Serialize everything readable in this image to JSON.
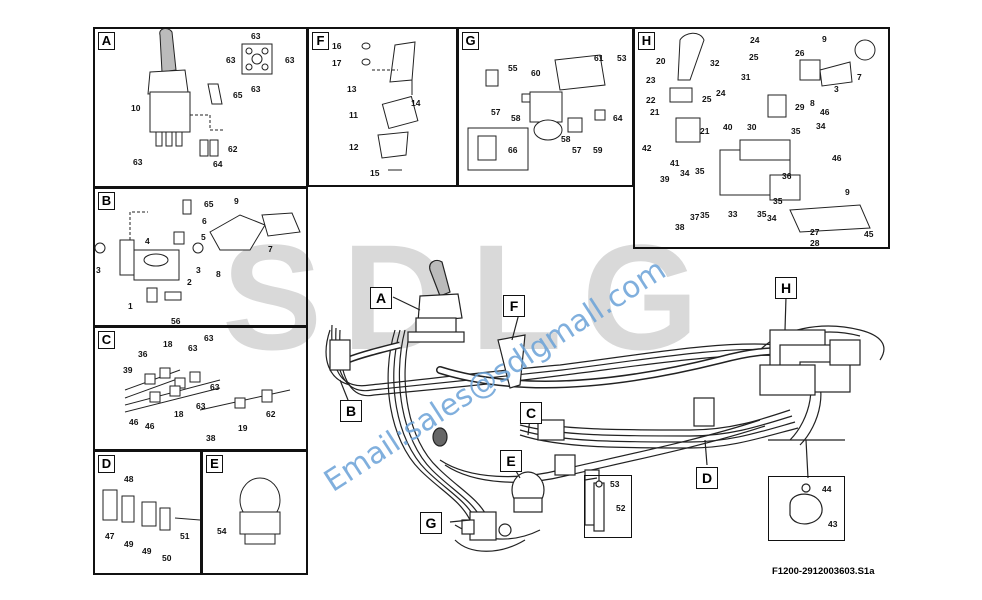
{
  "watermark": {
    "text": "SDLG",
    "email": "Email:sales@sdlgmall.com"
  },
  "figure_code": "F1200-2912003603.S1a",
  "boxes": {
    "A": {
      "label": "A",
      "parts": [
        "63",
        "63",
        "63",
        "63",
        "10",
        "65",
        "62",
        "63",
        "64"
      ]
    },
    "B": {
      "label": "B",
      "parts": [
        "65",
        "9",
        "6",
        "4",
        "5",
        "7",
        "3",
        "3",
        "8",
        "2",
        "1",
        "56"
      ]
    },
    "C": {
      "label": "C",
      "parts": [
        "63",
        "36",
        "18",
        "63",
        "39",
        "63",
        "46",
        "46",
        "18",
        "63",
        "38",
        "19",
        "62"
      ]
    },
    "D": {
      "label": "D",
      "parts": [
        "48",
        "47",
        "49",
        "49",
        "50",
        "51"
      ]
    },
    "E": {
      "label": "E",
      "parts": [
        "54"
      ]
    },
    "F": {
      "label": "F",
      "parts": [
        "16",
        "17",
        "13",
        "14",
        "11",
        "12",
        "15"
      ]
    },
    "G": {
      "label": "G",
      "parts": [
        "55",
        "61",
        "53",
        "60",
        "57",
        "58",
        "58",
        "64",
        "57",
        "59",
        "66"
      ]
    },
    "H": {
      "label": "H",
      "parts": [
        "24",
        "9",
        "20",
        "32",
        "25",
        "26",
        "23",
        "31",
        "7",
        "3",
        "8",
        "22",
        "25",
        "24",
        "29",
        "21",
        "21",
        "40",
        "30",
        "46",
        "42",
        "35",
        "34",
        "41",
        "46",
        "39",
        "34",
        "35",
        "36",
        "9",
        "38",
        "37",
        "35",
        "33",
        "35",
        "34",
        "27",
        "28",
        "45",
        "35"
      ]
    }
  },
  "main_callouts": {
    "A": "A",
    "B": "B",
    "C": "C",
    "D": "D",
    "E": "E",
    "F": "F",
    "G": "G",
    "H": "H",
    "p53": "53",
    "p52": "52",
    "p44": "44",
    "p43": "43"
  }
}
